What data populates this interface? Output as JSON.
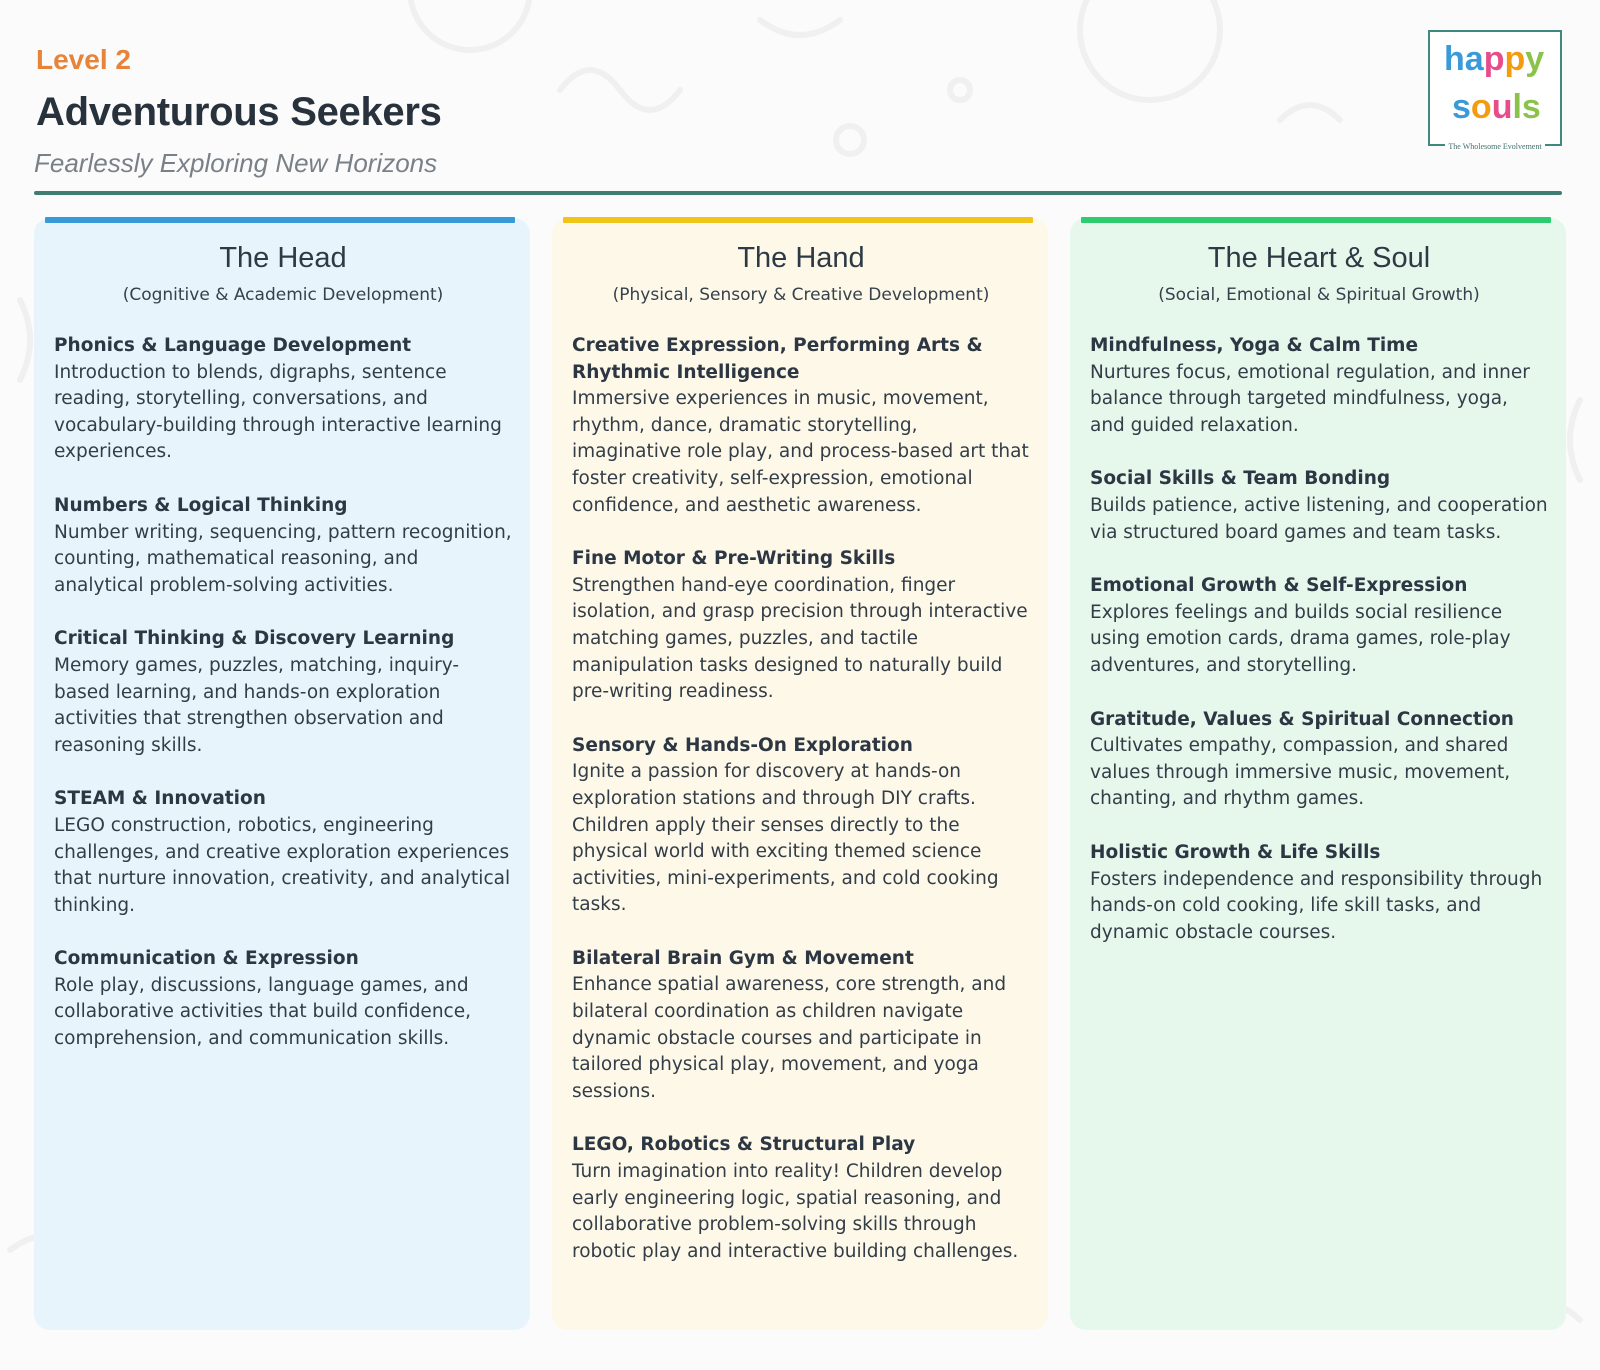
{
  "header": {
    "level": "Level 2",
    "title": "Adventurous Seekers",
    "subtitle": "Fearlessly Exploring New Horizons"
  },
  "logo": {
    "word1": "happy",
    "word2": "souls",
    "tagline": "The Wholesome Evolvement"
  },
  "colors": {
    "head_bar": "#3a9ad9",
    "hand_bar": "#f0c419",
    "heart_bar": "#2ecc71",
    "head_bg": "#e8f4fc",
    "hand_bg": "#fdf8e8",
    "heart_bg": "#e6f7ec",
    "rule": "#3f7d72",
    "level": "#e8833a"
  },
  "columns": [
    {
      "title": "The Head",
      "subtitle": "(Cognitive & Academic Development)",
      "sections": [
        {
          "heading": "Phonics & Language Development",
          "body": "Introduction to blends, digraphs, sentence reading, storytelling, conversations, and vocabulary-building through interactive learning experiences."
        },
        {
          "heading": "Numbers & Logical Thinking",
          "body": "Number writing, sequencing, pattern recognition, counting, mathematical reasoning, and analytical problem-solving activities."
        },
        {
          "heading": "Critical Thinking & Discovery Learning",
          "body": "Memory games, puzzles, matching, inquiry-based learning, and hands-on exploration activities that strengthen observation and reasoning skills."
        },
        {
          "heading": "STEAM & Innovation",
          "body": "LEGO construction, robotics, engineering challenges, and creative exploration experiences that nurture innovation, creativity, and analytical thinking."
        },
        {
          "heading": "Communication & Expression",
          "body": "Role play, discussions, language games, and collaborative activities that build confidence, comprehension, and communication skills."
        }
      ]
    },
    {
      "title": "The Hand",
      "subtitle": "(Physical, Sensory & Creative Development)",
      "sections": [
        {
          "heading": "Creative Expression, Performing Arts & Rhythmic Intelligence",
          "body": "Immersive experiences in music, movement, rhythm, dance, dramatic storytelling, imaginative role play, and process-based art that foster creativity, self-expression, emotional confidence, and aesthetic awareness."
        },
        {
          "heading": "Fine Motor & Pre-Writing Skills",
          "body": "Strengthen hand-eye coordination, finger isolation, and grasp precision through interactive matching games, puzzles, and tactile manipulation tasks designed to naturally build pre-writing readiness."
        },
        {
          "heading": "Sensory & Hands-On Exploration",
          "body": "Ignite a passion for discovery at hands-on exploration stations and through DIY crafts. Children apply their senses directly to the physical world with exciting themed science activities, mini-experiments, and cold cooking tasks."
        },
        {
          "heading": "Bilateral Brain Gym & Movement",
          "body": "Enhance spatial awareness, core strength, and bilateral coordination as children navigate dynamic obstacle courses and participate in tailored physical play, movement, and yoga sessions."
        },
        {
          "heading": "LEGO, Robotics & Structural Play",
          "body": "Turn imagination into reality! Children develop early engineering logic, spatial reasoning, and collaborative problem-solving skills through robotic play and interactive building challenges."
        }
      ]
    },
    {
      "title": "The Heart & Soul",
      "subtitle": "(Social, Emotional & Spiritual Growth)",
      "sections": [
        {
          "heading": "Mindfulness, Yoga & Calm Time",
          "body": "Nurtures focus, emotional regulation, and inner balance through targeted mindfulness, yoga, and guided relaxation."
        },
        {
          "heading": "Social Skills & Team Bonding",
          "body": "Builds patience, active listening, and cooperation via structured board games and team tasks."
        },
        {
          "heading": "Emotional Growth & Self-Expression",
          "body": "Explores feelings and builds social resilience using emotion cards, drama games, role-play adventures, and storytelling."
        },
        {
          "heading": "Gratitude, Values & Spiritual Connection",
          "body": "Cultivates empathy, compassion, and shared values through immersive music, movement, chanting, and rhythm games."
        },
        {
          "heading": "Holistic Growth & Life Skills",
          "body": "Fosters independence and responsibility through hands-on cold cooking, life skill tasks, and dynamic obstacle courses."
        }
      ]
    }
  ]
}
